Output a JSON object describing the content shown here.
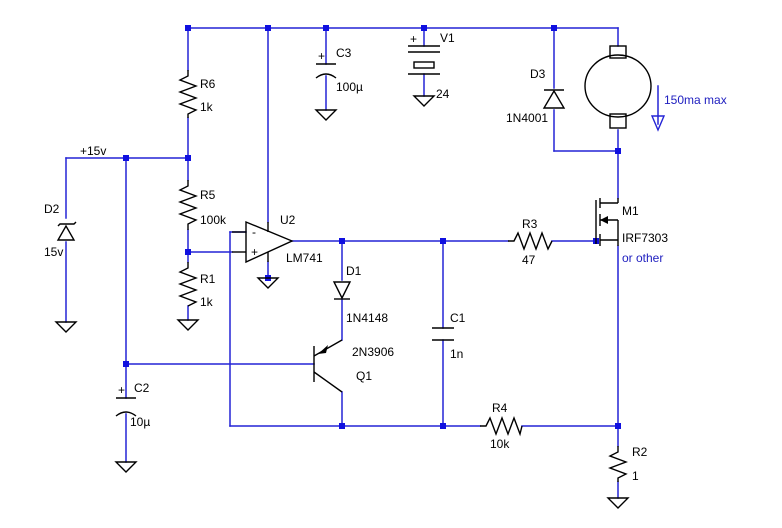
{
  "labels": {
    "net_15v": "+15v",
    "d2_ref": "D2",
    "d2_val": "15v",
    "r6_ref": "R6",
    "r6_val": "1k",
    "r5_ref": "R5",
    "r5_val": "100k",
    "r1_ref": "R1",
    "r1_val": "1k",
    "c3_ref": "C3",
    "c3_val": "100µ",
    "v1_ref": "V1",
    "v1_val": "24",
    "d3_ref": "D3",
    "d3_val": "1N4001",
    "motor_note": "150ma max",
    "u2_ref": "U2",
    "u2_val": "LM741",
    "d1_ref": "D1",
    "d1_val": "1N4148",
    "q1_ref": "Q1",
    "q1_val": "2N3906",
    "c1_ref": "C1",
    "c1_val": "1n",
    "r3_ref": "R3",
    "r3_val": "47",
    "m1_ref": "M1",
    "m1_val": "IRF7303",
    "m1_note": "or other",
    "c2_ref": "C2",
    "c2_val": "10µ",
    "r4_ref": "R4",
    "r4_val": "10k",
    "r2_ref": "R2",
    "r2_val": "1",
    "plus_sign": "+",
    "minus_sign": "-"
  },
  "colors": {
    "wire": "#2424d6",
    "component": "#000000",
    "node": "#1010e0",
    "annotation": "#2020c0"
  }
}
